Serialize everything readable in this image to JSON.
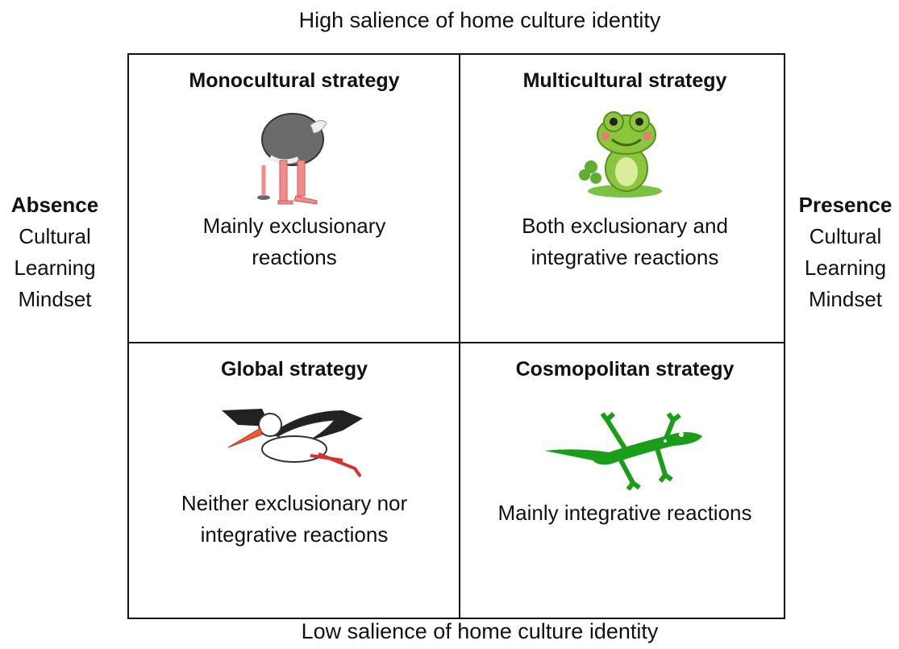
{
  "axes": {
    "top": "High salience of home culture identity",
    "bottom": "Low salience of home culture identity",
    "left": {
      "heading": "Absence",
      "lines": [
        "Cultural",
        "Learning",
        "Mindset"
      ]
    },
    "right": {
      "heading": "Presence",
      "lines": [
        "Cultural",
        "Learning",
        "Mindset"
      ]
    }
  },
  "quadrants": {
    "top_left": {
      "title": "Monocultural strategy",
      "desc_lines": [
        "Mainly exclusionary",
        "reactions"
      ],
      "icon": "ostrich-icon"
    },
    "top_right": {
      "title": "Multicultural strategy",
      "desc_lines": [
        "Both exclusionary and",
        "integrative reactions"
      ],
      "icon": "frog-icon"
    },
    "bottom_left": {
      "title": "Global strategy",
      "desc_lines": [
        "Neither exclusionary nor",
        "integrative reactions"
      ],
      "icon": "stork-icon"
    },
    "bottom_right": {
      "title": "Cosmopolitan strategy",
      "desc_lines": [
        "Mainly integrative reactions"
      ],
      "icon": "lizard-icon"
    }
  },
  "colors": {
    "ostrich": "#6b6b6b",
    "frog": "#8cc63f",
    "stork": "#222222",
    "lizard": "#1a9e1a",
    "legs": "#f28b8b"
  }
}
